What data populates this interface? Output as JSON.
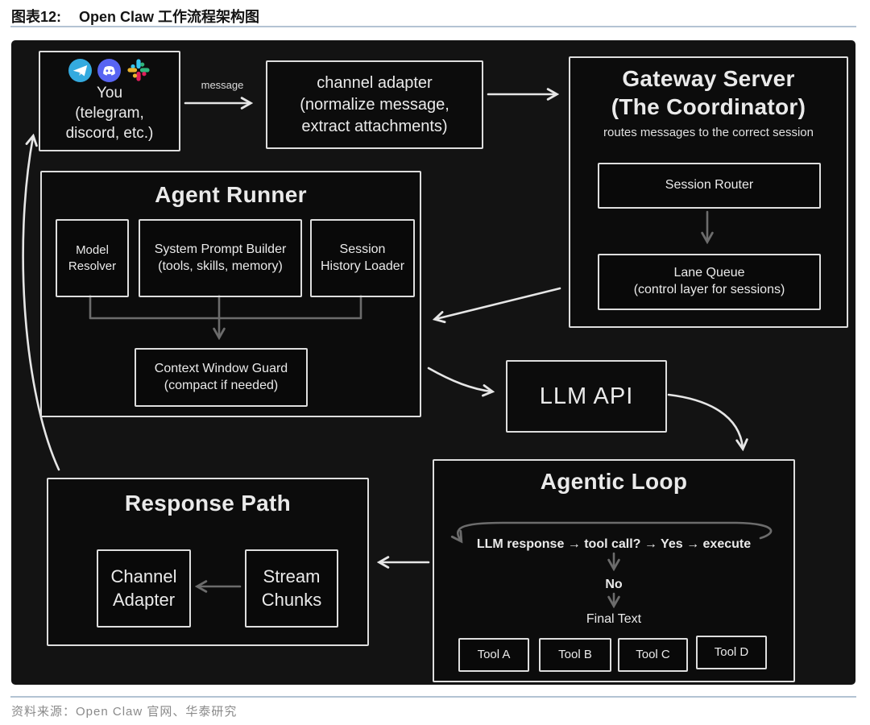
{
  "header": {
    "figure_label": "图表12:",
    "figure_title": "Open Claw 工作流程架构图"
  },
  "diagram": {
    "you_box": {
      "line1": "You",
      "line2": "(telegram,",
      "line3": "discord, etc.)"
    },
    "message_label": "message",
    "channel_adapter": {
      "line1": "channel adapter",
      "line2": "(normalize message,",
      "line3": "extract attachments)"
    },
    "gateway": {
      "title_line1": "Gateway Server",
      "title_line2": "(The Coordinator)",
      "subtitle": "routes messages to the correct session",
      "session_router": "Session Router",
      "lane_queue_line1": "Lane Queue",
      "lane_queue_line2": "(control layer for sessions)"
    },
    "agent_runner": {
      "title": "Agent Runner",
      "model_resolver_line1": "Model",
      "model_resolver_line2": "Resolver",
      "prompt_builder_line1": "System Prompt Builder",
      "prompt_builder_line2": "(tools, skills, memory)",
      "history_loader_line1": "Session",
      "history_loader_line2": "History Loader",
      "context_guard_line1": "Context Window Guard",
      "context_guard_line2": "(compact if needed)"
    },
    "llm_api_label": "LLM API",
    "agentic_loop": {
      "title": "Agentic Loop",
      "loop_line": "LLM response → tool call? → Yes → execute",
      "no_label": "No",
      "final_text_label": "Final Text",
      "tools": [
        "Tool A",
        "Tool B",
        "Tool C",
        "Tool D"
      ]
    },
    "response_path": {
      "title": "Response Path",
      "channel_adapter_line1": "Channel",
      "channel_adapter_line2": "Adapter",
      "stream_chunks_line1": "Stream",
      "stream_chunks_line2": "Chunks"
    },
    "icons": [
      "telegram-icon",
      "discord-icon",
      "slack-icon"
    ]
  },
  "footer": {
    "source": "资料来源：Open Claw 官网、华泰研究"
  },
  "colors": {
    "canvas_bg": "#131313",
    "box_border": "#dedede",
    "diagram_text": "#eaeaea",
    "telegram_blue": "#34aadf",
    "discord_blurple": "#5865f2",
    "slack_blue": "#36c5f0",
    "slack_green": "#2eb67d",
    "slack_red": "#e01e5a",
    "slack_yellow": "#ecb22e",
    "rule_line": "#b3c3d3",
    "source_text": "#8a8a8a"
  }
}
